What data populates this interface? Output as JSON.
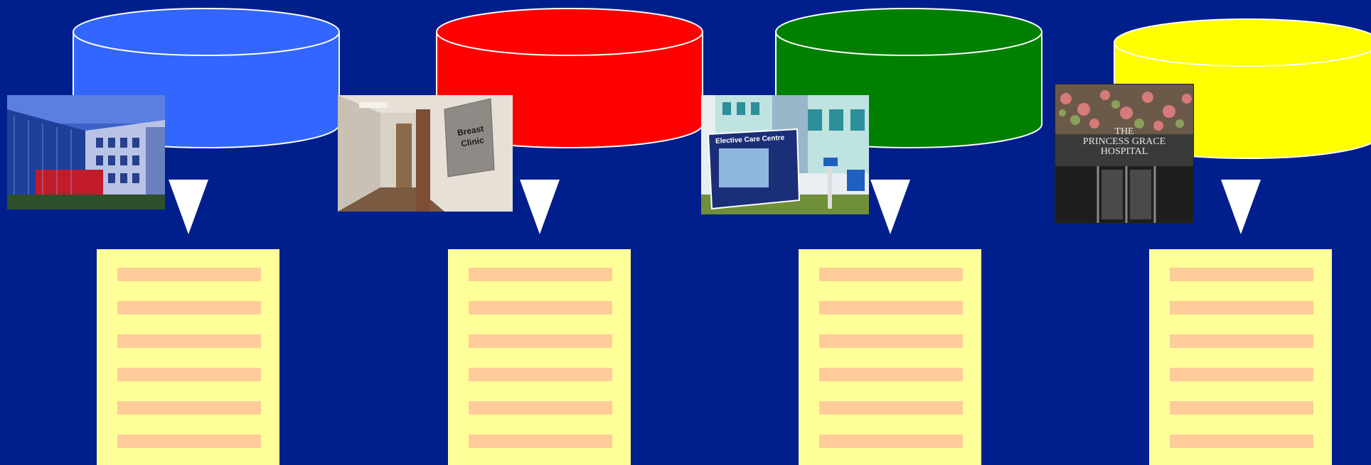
{
  "background_color": "#001f8c",
  "columns": [
    {
      "database_color": "#3366ff",
      "photo": {
        "subject": "modern hospital building with blue glass facade at dusk",
        "sign_text": ""
      },
      "document_lines": 6
    },
    {
      "database_color": "#ff0000",
      "photo": {
        "subject": "hospital corridor with wall sign",
        "sign_text": "Breast\nClinic"
      },
      "document_lines": 6
    },
    {
      "database_color": "#008000",
      "photo": {
        "subject": "hospital building with information board",
        "sign_text": "Elective Care Centre"
      },
      "document_lines": 6
    },
    {
      "database_color": "#ffff00",
      "photo": {
        "subject": "hospital entrance with floral canopy and sign",
        "sign_text": "THE\nPRINCESS GRACE\nHOSPITAL"
      },
      "document_lines": 6
    }
  ],
  "document_style": {
    "paper_color": "#ffff99",
    "line_color": "#ffcc99"
  },
  "arrow_color": "#ffffff"
}
